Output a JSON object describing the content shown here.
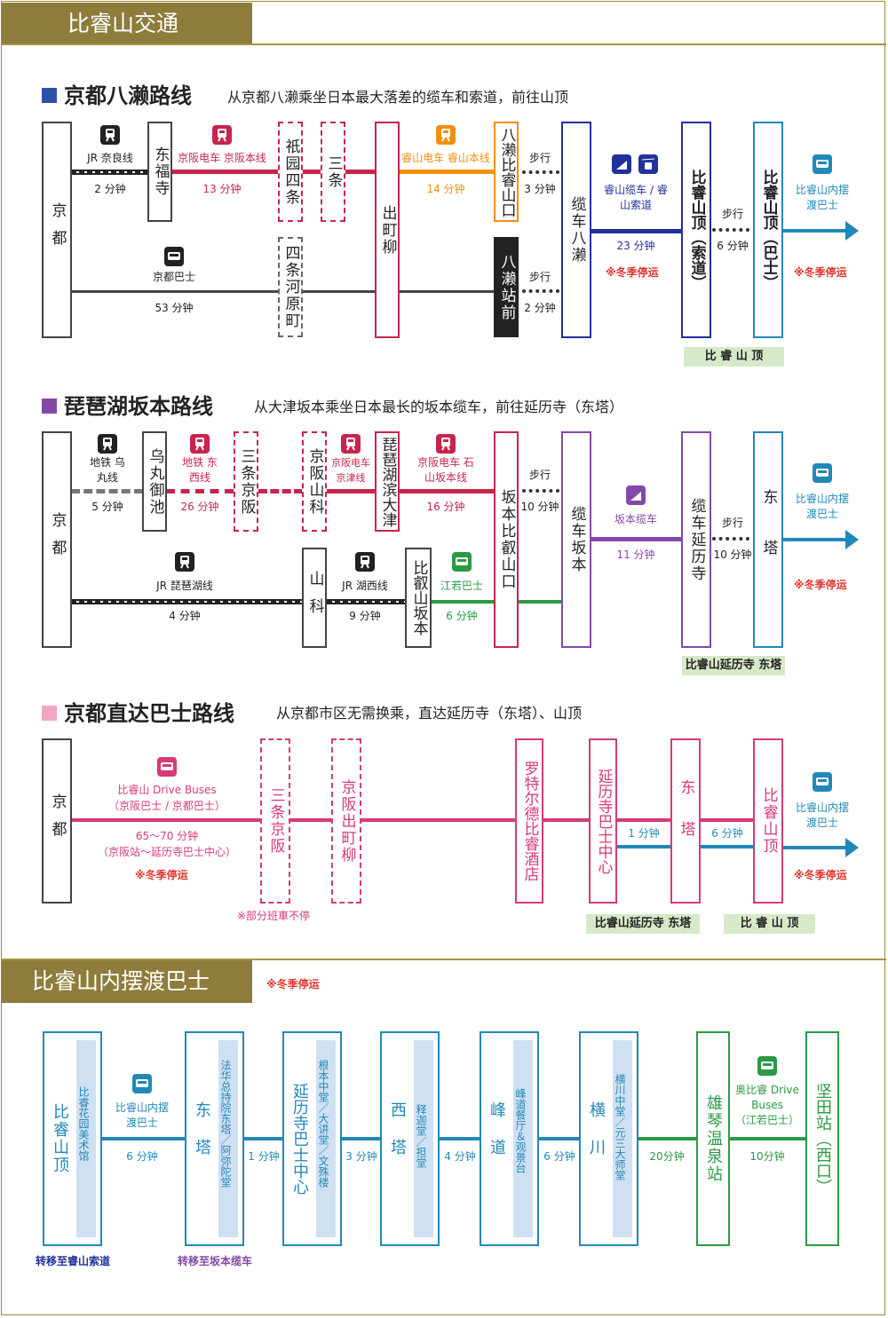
{
  "colors": {
    "blue": "#2a52a8",
    "yaseRed": "#c7254e",
    "orange": "#f0900e",
    "navy": "#21309a",
    "lightblue": "#2288b8",
    "black": "#222",
    "purple": "#8449a8",
    "green": "#2a9a44",
    "pink": "#d63a78",
    "gold": "#8d7c3b",
    "warn": "#e0332a"
  },
  "sections": {
    "transport": "比睿山交通",
    "shuttle": "比睿山内摆渡巴士",
    "shuttle_note": "※冬季停运"
  },
  "route1": {
    "title": "京都八濑路线",
    "sub": "从京都八濑乘坐日本最大落差的缆车和索道，前往山顶",
    "kyoto": "京都",
    "demachi": "出町柳",
    "higashifukuji": "东福寺",
    "gion": "祇园四条",
    "sanjo": "三条",
    "shijo": "四条河原町",
    "yase_hiei": "八濑比睿山口",
    "yase_eki": "八濑站前",
    "cable_yase": "缆车八濑",
    "summit_rope": "比睿山顶（索道）",
    "summit_bus": "比睿山顶（巴士）",
    "jr_nara": "JR 奈良线",
    "jr_nara_t": "2 分钟",
    "keihan": "京阪电车 京阪本线",
    "keihan_t": "13 分钟",
    "eizan": "睿山电车 睿山本线",
    "eizan_t": "14 分钟",
    "walk": "步行",
    "walk1_t": "3 分钟",
    "walk2_t": "2 分钟",
    "walk3_t": "6 分钟",
    "ropeway": "睿山缆车 / 睿山索道",
    "ropeway_t": "23 分钟",
    "kbus": "京都巴士",
    "kbus_t": "53 分钟",
    "shuttle": "比睿山内摆渡巴士",
    "winter": "※冬季停运",
    "winter2": "※冬季停运",
    "label": "比 睿 山 顶"
  },
  "route2": {
    "title": "琵琶湖坂本路线",
    "sub": "从大津坂本乘坐日本最长的坂本缆车，前往延历寺（东塔）",
    "kyoto": "京都",
    "karasuma": "乌丸御池",
    "sanjo": "三条京阪",
    "keihan_yama": "京阪山科",
    "biwako": "琵琶湖滨大津",
    "yamashina": "山科",
    "hieizan": "比叡山坂本",
    "sakamoto": "坂本比叡山口",
    "cable_sakamoto": "缆车坂本",
    "cable_enryaku": "缆车延历寺",
    "todo": "东塔",
    "sub_karasuma": "地铁 乌丸线",
    "t5": "5 分钟",
    "tozai": "地铁 东西线",
    "t26": "26 分钟",
    "keishin": "京阪电车 京津线",
    "ishiyama": "京阪电车 石山坂本线",
    "t16": "16 分钟",
    "walk": "步行",
    "t10a": "10 分钟",
    "t10b": "10 分钟",
    "walk2": "步行",
    "cable": "坂本缆车",
    "t11": "11 分钟",
    "jr_biwako": "JR 琵琶湖线",
    "t4": "4 分钟",
    "jr_kosei": "JR 湖西线",
    "t9": "9 分钟",
    "ewaka": "江若巴士",
    "t6": "6 分钟",
    "shuttle": "比睿山内摆渡巴士",
    "winter": "※冬季停运",
    "label": "比睿山延历寺 东塔"
  },
  "route3": {
    "title": "京都直达巴士路线",
    "sub": "从京都市区无需换乘，直达延历寺（东塔）、山顶",
    "kyoto": "京都",
    "sanjo": "三条京阪",
    "demachi": "京阪出町柳",
    "hotel": "罗特尔德比睿酒店",
    "center": "延历寺巴士中心",
    "todo": "东塔",
    "summit": "比睿山顶",
    "drive": "比睿山 Drive Buses",
    "drive2": "（京阪巴士 / 京都巴士）",
    "t65": "65～70 分钟",
    "t65b": "（京阪站～延历寺巴士中心）",
    "winter": "※冬季停运",
    "t1": "1 分钟",
    "t6": "6 分钟",
    "shuttle": "比睿山内摆渡巴士",
    "winter2": "※冬季停运",
    "skip": "※部分班車不停",
    "label1": "比睿山延历寺 东塔",
    "label2": "比 睿 山 顶"
  },
  "shuttle": {
    "s1": "比睿山顶",
    "p1": "比睿花园美术馆",
    "s2": "东塔",
    "p2": "法华总持院东塔／阿弥陀堂",
    "s3": "延历寺巴士中心",
    "p3": "根本中堂／大讲堂／文殊楼",
    "s4": "西塔",
    "p4": "释迦堂／担堂",
    "s5": "峰道",
    "p5": "峰道餐厅＆观景台",
    "s6": "横川",
    "p6": "横川中堂／元三大师堂",
    "s7": "雄琴温泉站",
    "s8": "坚田站（西口）",
    "bus": "比睿山内摆渡巴士",
    "t1": "6 分钟",
    "t2": "1 分钟",
    "t3": "3 分钟",
    "t4": "4 分钟",
    "t5": "6 分钟",
    "t6": "20分钟",
    "okuhiei": "奥比睿 Drive Buses",
    "okuhiei2": "（江若巴士）",
    "t7": "10分钟",
    "xfer1": "转移至睿山索道",
    "xfer2": "转移至坂本缆车"
  }
}
